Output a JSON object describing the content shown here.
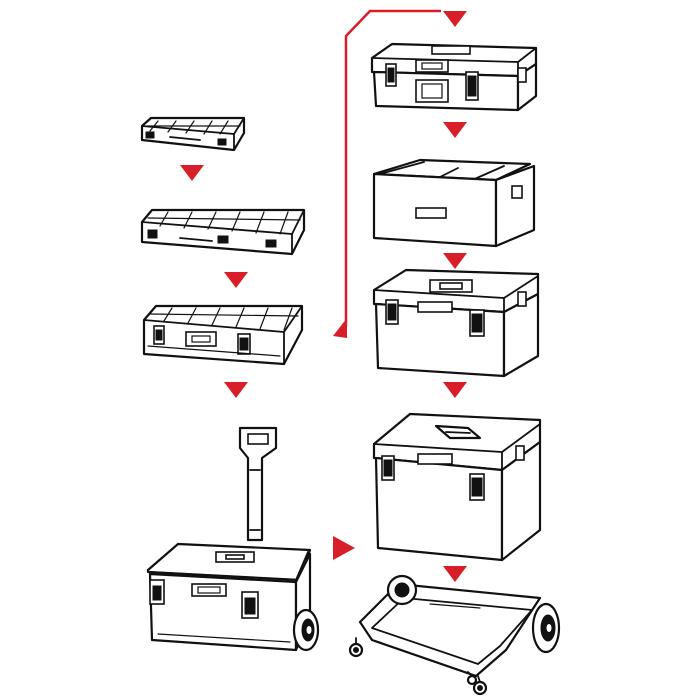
{
  "colors": {
    "arrow": "#d81e28",
    "outline": "#111111",
    "background": "#ffffff"
  },
  "stacks": {
    "left": [
      "small-organizer-box",
      "medium-organizer-box",
      "large-organizer-box",
      "mobile-trolley-box"
    ],
    "right": [
      "toolbox-with-organizer-lid",
      "open-tray-box",
      "latched-toolbox",
      "tall-latched-toolbox",
      "wheeled-base-platform"
    ]
  },
  "arrows": [
    "arrow-down",
    "arrow-down",
    "arrow-down",
    "arrow-right",
    "arrow-down",
    "arrow-down",
    "arrow-down",
    "arrow-down",
    "arrow-left",
    "arrow-down"
  ]
}
